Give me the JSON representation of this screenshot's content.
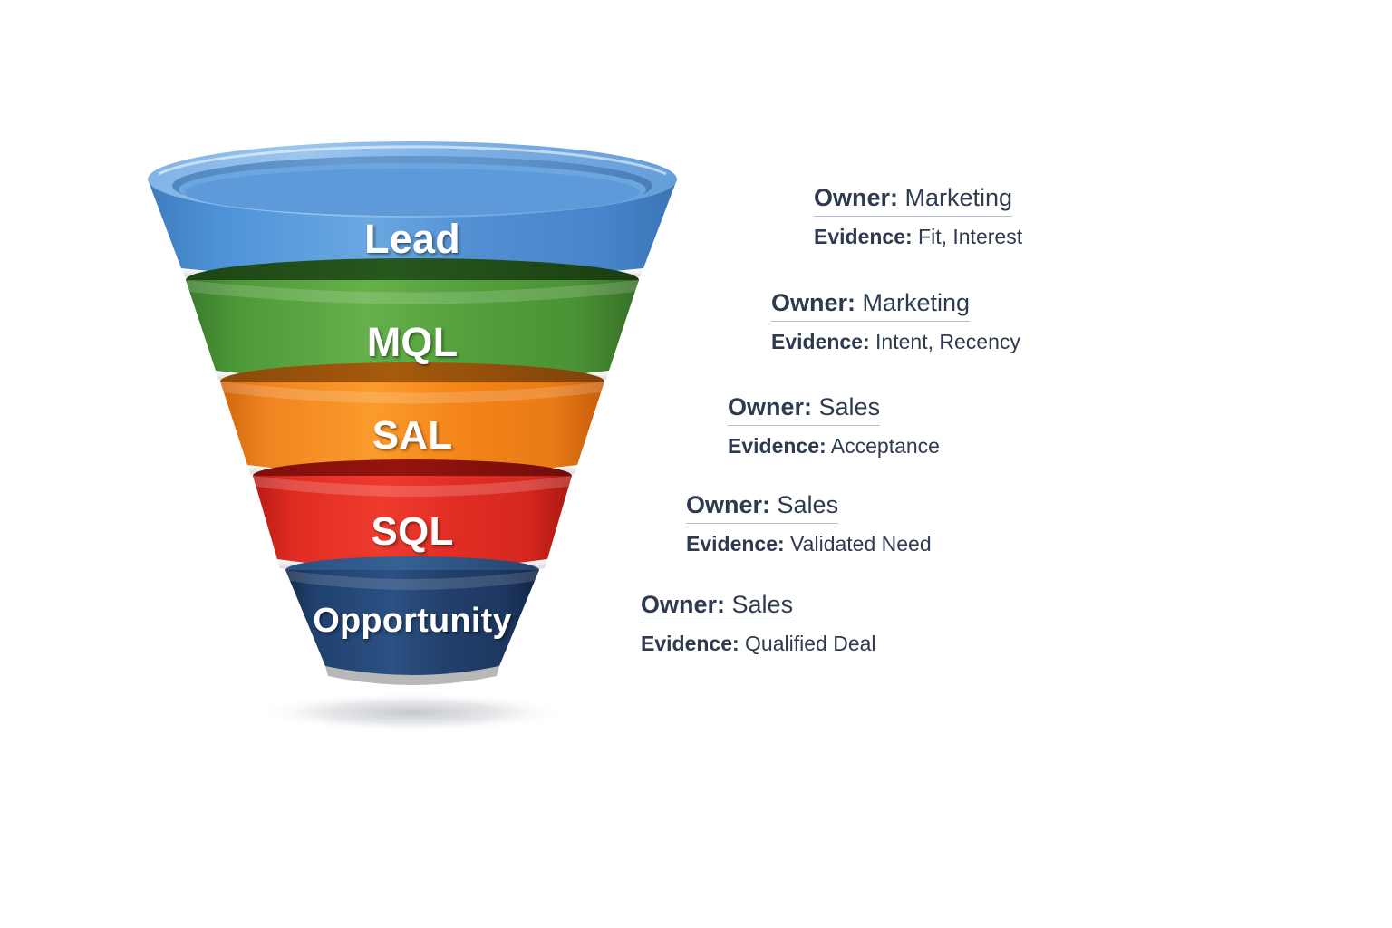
{
  "chart_data": {
    "type": "funnel",
    "title": "",
    "stages": [
      {
        "label": "Lead",
        "color": "#4a8fd4",
        "owner_label": "Owner:",
        "owner_value": "Marketing",
        "evidence_label": "Evidence:",
        "evidence_value": "Fit, Interest"
      },
      {
        "label": "MQL",
        "color": "#4a9536",
        "owner_label": "Owner:",
        "owner_value": "Marketing",
        "evidence_label": "Evidence:",
        "evidence_value": "Intent, Recency"
      },
      {
        "label": "SAL",
        "color": "#ef7c18",
        "owner_label": "Owner:",
        "owner_value": "Sales",
        "evidence_label": "Evidence:",
        "evidence_value": "Acceptance"
      },
      {
        "label": "SQL",
        "color": "#e02b20",
        "owner_label": "Owner:",
        "owner_value": "Sales",
        "evidence_label": "Evidence:",
        "evidence_value": "Validated Need"
      },
      {
        "label": "Opportunity",
        "color": "#1e3a66",
        "owner_label": "Owner:",
        "owner_value": "Sales",
        "evidence_label": "Evidence:",
        "evidence_value": "Qualified Deal"
      }
    ],
    "colors": {
      "lead": "#4a8fd4",
      "mql": "#4a9536",
      "sal": "#ef7c18",
      "sql": "#e02b20",
      "opportunity": "#1e3a66",
      "text": "#2e3b4e",
      "label_text": "#ffffff",
      "background": "#ffffff"
    }
  }
}
